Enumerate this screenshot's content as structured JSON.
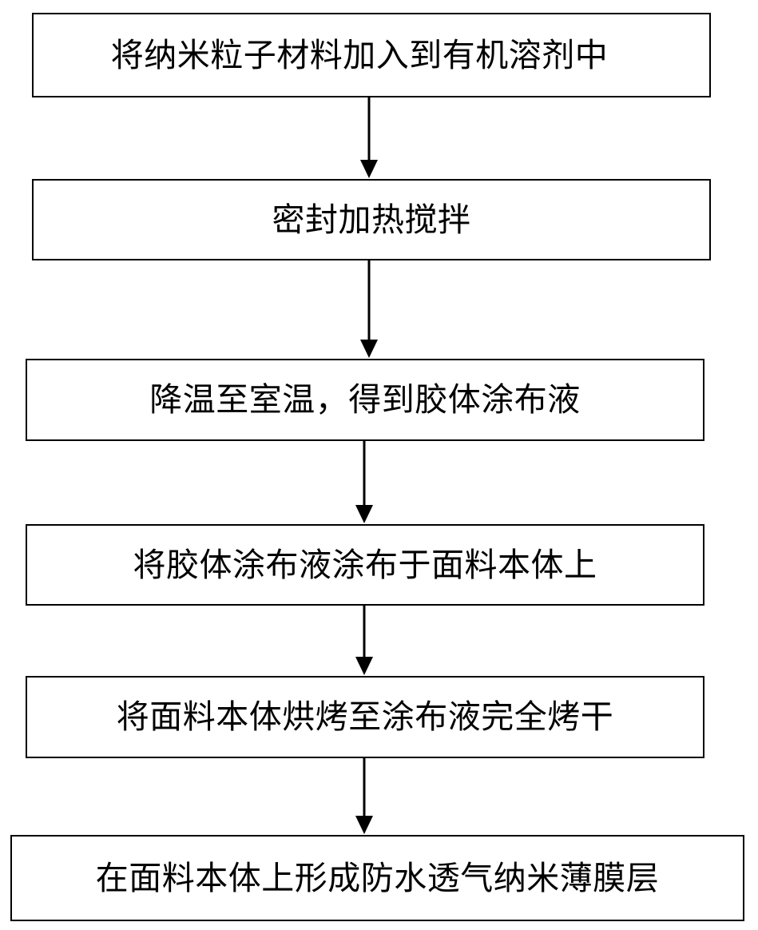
{
  "flowchart": {
    "steps": [
      {
        "label": "将纳米粒子材料加入到有机溶剂中"
      },
      {
        "label": "密封加热搅拌"
      },
      {
        "label": "降温至室温，得到胶体涂布液"
      },
      {
        "label": "将胶体涂布液涂布于面料本体上"
      },
      {
        "label": "将面料本体烘烤至涂布液完全烤干"
      },
      {
        "label": "在面料本体上形成防水透气纳米薄膜层"
      }
    ]
  },
  "colors": {
    "stroke": "#000000",
    "background": "#ffffff"
  }
}
